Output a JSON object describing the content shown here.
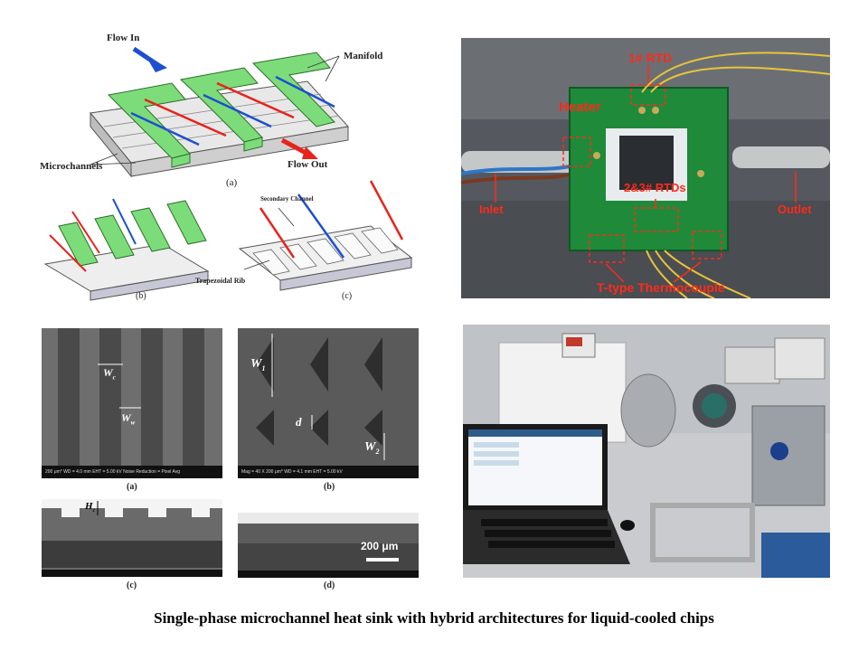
{
  "schematic": {
    "flow_in": "Flow In",
    "flow_out": "Flow Out",
    "manifold": "Manifold",
    "microchannels": "Microchannels",
    "secondary_channel": "Secondary Channel",
    "trapezoidal_rib": "Trapezoidal Rib",
    "label_a": "(a)",
    "label_b": "(b)",
    "label_c": "(c)"
  },
  "test_section_photo": {
    "rtd1": "1# RTD",
    "heater": "Heater",
    "rtd23": "2&3# RTDs",
    "inlet": "Inlet",
    "outlet": "Outlet",
    "thermocouple": "T-type Thermocouple"
  },
  "sem": {
    "wc": "W",
    "wc_sub": "c",
    "ww": "W",
    "ww_sub": "w",
    "w1": "W",
    "w1_sub": "1",
    "w2": "W",
    "w2_sub": "2",
    "d": "d",
    "hc": "H",
    "hc_sub": "c",
    "scale": "200 μm",
    "label_a": "(a)",
    "label_b": "(b)",
    "label_c": "(c)",
    "label_d": "(d)",
    "bar_text_a": "200 μm*      WD = 4.0 mm      EHT = 5.00 kV   Noise Reduction = Pixel Avg",
    "bar_text_b": "Mag = 40 X      200 μm*      WD = 4.1 mm      EHT = 5.00 kV"
  },
  "caption": "Single-phase microchannel heat sink with hybrid architectures for liquid-cooled chips",
  "colors": {
    "manifold_green": "#7ddc7a",
    "flow_red": "#e8231c",
    "flow_blue": "#1d4fd0",
    "pcb_green": "#1f8a3a",
    "annotation_red": "#ff2a1a"
  }
}
